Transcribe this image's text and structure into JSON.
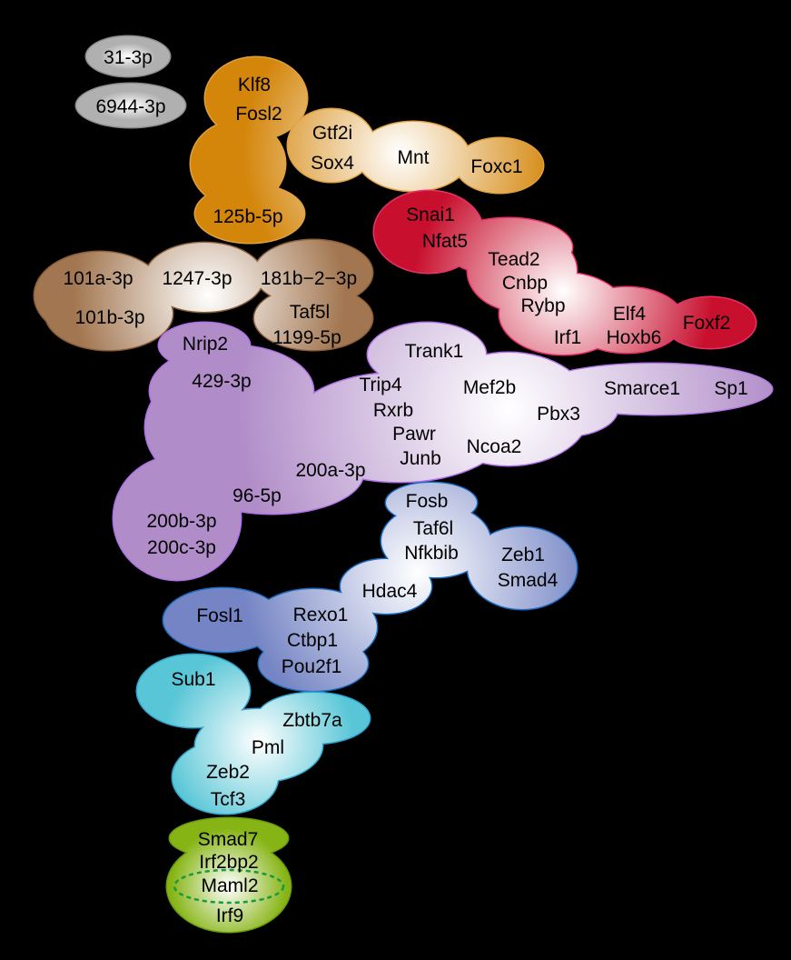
{
  "clusters": [
    {
      "id": "grey",
      "color": "#b0b0b0",
      "stroke": "#8a8a8a",
      "labels": [
        "31-3p",
        "6944-3p"
      ]
    },
    {
      "id": "orange",
      "color": "#d4860b",
      "stroke": "#e0a040",
      "labels": [
        "Klf8",
        "Fosl2",
        "Gtf2i",
        "Sox4",
        "Mnt",
        "Foxc1",
        "125b-5p"
      ]
    },
    {
      "id": "red",
      "color": "#c8102e",
      "stroke": "#e8306a",
      "labels": [
        "Snai1",
        "Nfat5",
        "Tead2",
        "Cnbp",
        "Rybp",
        "Irf1",
        "Elf4",
        "Hoxb6",
        "Foxf2"
      ]
    },
    {
      "id": "brown",
      "color": "#a27650",
      "stroke": "#8a5e38",
      "labels": [
        "101a-3p",
        "1247-3p",
        "181b−2−3p",
        "101b-3p",
        "Taf5l",
        "1199-5p"
      ]
    },
    {
      "id": "purple",
      "color": "#b08cc8",
      "stroke": "#b070e8",
      "labels": [
        "Nrip2",
        "Trank1",
        "429-3p",
        "Trip4",
        "Rxrb",
        "Pawr",
        "Junb",
        "Mef2b",
        "Pbx3",
        "Ncoa2",
        "Smarce1",
        "Sp1",
        "200a-3p",
        "96-5p",
        "200b-3p",
        "200c-3p"
      ]
    },
    {
      "id": "blue",
      "color": "#7484c4",
      "stroke": "#1a6cc0",
      "labels": [
        "Fosb",
        "Taf6l",
        "Nfkbib",
        "Zeb1",
        "Smad4",
        "Hdac4",
        "Fosl1",
        "Rexo1",
        "Ctbp1",
        "Pou2f1"
      ]
    },
    {
      "id": "cyan",
      "color": "#58c6d6",
      "stroke": "#2ea2cc",
      "labels": [
        "Sub1",
        "Zbtb7a",
        "Pml",
        "Zeb2",
        "Tcf3"
      ]
    },
    {
      "id": "green",
      "color": "#86b414",
      "stroke": "#6a9a10",
      "labels": [
        "Smad7",
        "Irf2bp2",
        "Maml2",
        "Irf9"
      ]
    }
  ],
  "dashed_ring_color": "#1a9a40"
}
